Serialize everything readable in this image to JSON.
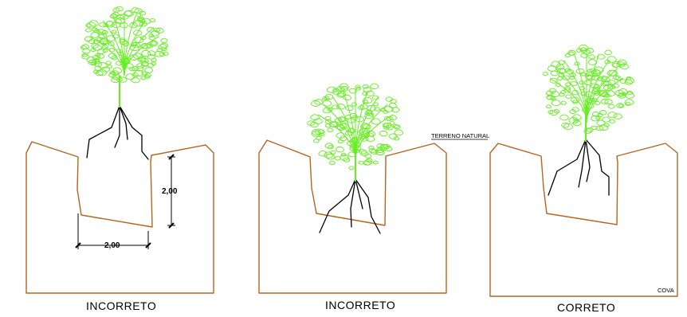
{
  "panels": [
    {
      "caption": "INCORRETO"
    },
    {
      "caption": "INCORRETO"
    },
    {
      "caption": "CORRETO"
    }
  ],
  "dimensions": {
    "depth_label": "2,00",
    "width_label": "2,00"
  },
  "labels": {
    "ground_level": "TERRENO NATURAL",
    "pit": "COVA"
  },
  "colors": {
    "pit_outline": "#b5651d",
    "foliage": "#66ee22",
    "roots": "#000000"
  }
}
